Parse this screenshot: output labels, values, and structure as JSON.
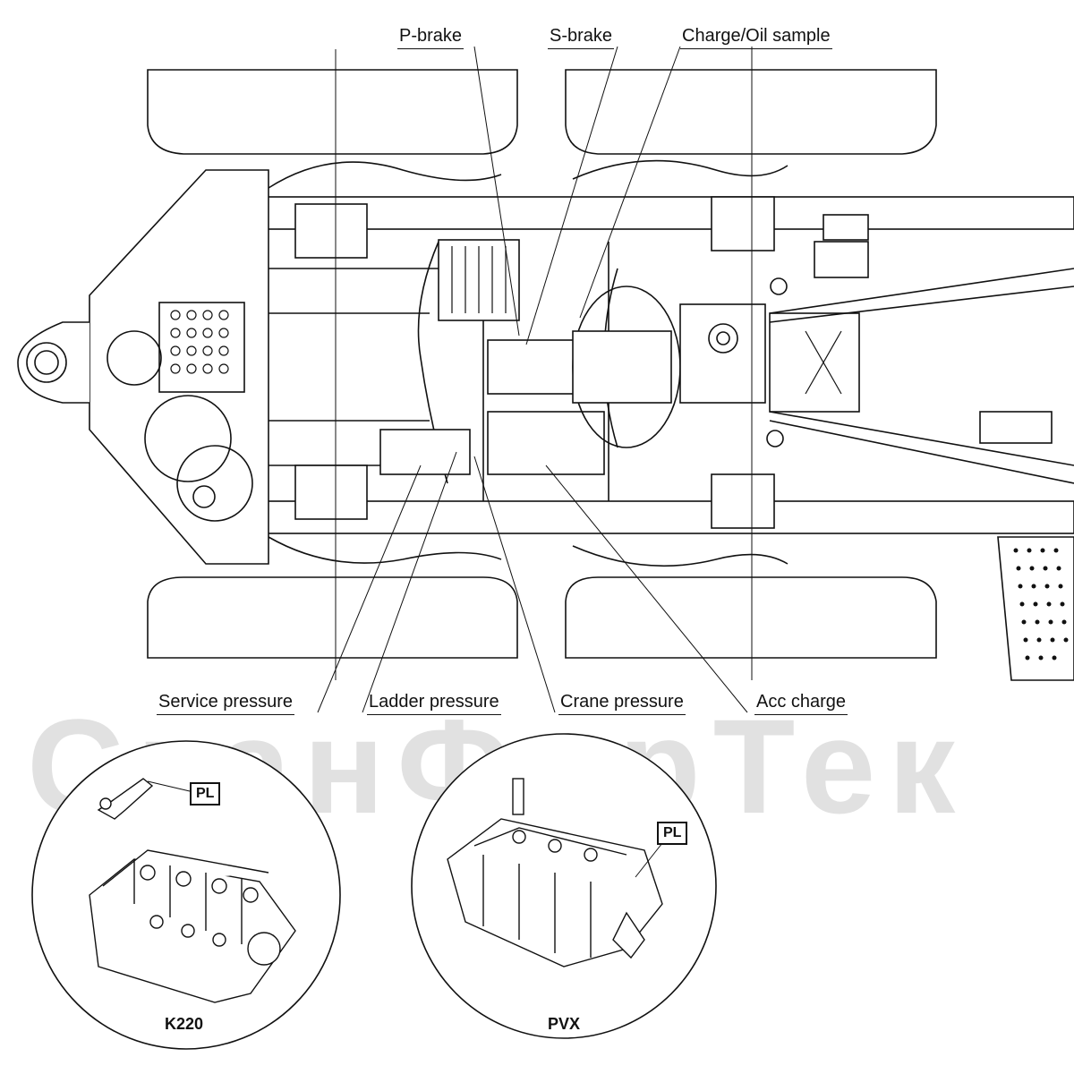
{
  "watermark": "СканФорТек",
  "callouts_top": {
    "p_brake": "P-brake",
    "s_brake": "S-brake",
    "charge_oil": "Charge/Oil sample"
  },
  "callouts_bottom": {
    "service": "Service pressure",
    "ladder": "Ladder pressure",
    "crane": "Crane pressure",
    "acc": "Acc charge"
  },
  "details": [
    {
      "tag": "PL",
      "model": "K220"
    },
    {
      "tag": "PL",
      "model": "PVX"
    }
  ]
}
